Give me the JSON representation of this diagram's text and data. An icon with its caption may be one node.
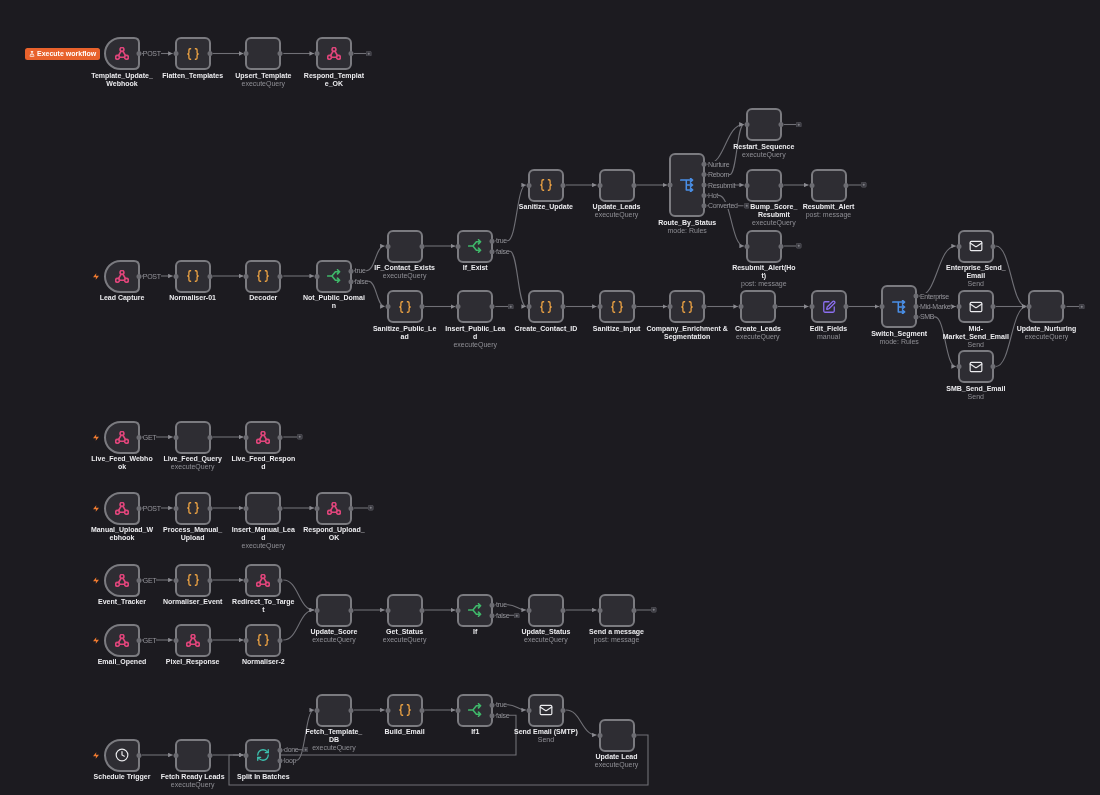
{
  "diagram": {
    "nodes": [
      {
        "text": [
          "Template_Update_Webhook"
        ]
      },
      {
        "text": [
          "Flatten_Templates"
        ]
      },
      {
        "text": [
          "Upsert_Template",
          "executeQuery"
        ]
      },
      {
        "text": [
          "Respond_Template_OK"
        ]
      },
      {
        "text": [],
        "shape": "box"
      },
      {
        "text": [
          "Lead Capture"
        ]
      },
      {
        "text": [
          "Normaliser-01"
        ]
      },
      {
        "text": [
          "Decoder"
        ]
      },
      {
        "text": [
          "Not_Public_Domain"
        ]
      },
      {
        "text": [
          "IF_Contact_Exists",
          "executeQuery"
        ]
      },
      {
        "text": [
          "Sanitize_Public_Lead"
        ]
      },
      {
        "text": [
          "If_Exist"
        ]
      },
      {
        "text": [
          "Insert_Public_Lead",
          "executeQuery"
        ]
      },
      {
        "text": [],
        "shape": "box"
      },
      {
        "text": [
          "Sanitize_Update"
        ]
      },
      {
        "text": [
          "Update_Leads",
          "executeQuery"
        ]
      },
      {
        "text": [
          "Route_By_Status",
          "mode: Rules"
        ]
      },
      {
        "text": [
          "Restart_Sequence",
          "executeQuery"
        ]
      },
      {
        "text": [],
        "shape": "box"
      },
      {
        "text": [
          "Bump_Score_Resubmit",
          "executeQuery"
        ]
      },
      {
        "text": [
          "Resubmit_Alert",
          "post: message"
        ]
      },
      {
        "text": [],
        "shape": "box"
      },
      {
        "text": [
          "Resubmit_Alert(Hot)",
          "post: message"
        ]
      },
      {
        "text": [],
        "shape": "box"
      },
      {
        "text": [
          "Create_Contact_ID"
        ]
      },
      {
        "text": [
          "Sanitize_Input"
        ]
      },
      {
        "text": [
          "Company_Enrichment & Segmentation"
        ]
      },
      {
        "text": [
          "Create_Leads",
          "executeQuery"
        ]
      },
      {
        "text": [
          "Edit_Fields",
          "manual"
        ]
      },
      {
        "text": [
          "Switch_Segment",
          "mode: Rules"
        ]
      },
      {
        "text": [
          "Enterprise_Send_Email",
          "Send"
        ]
      },
      {
        "text": [
          "Mid-Market_Send_Email",
          "Send"
        ]
      },
      {
        "text": [
          "SMB_Send_Email",
          "Send"
        ]
      },
      {
        "text": [
          "Update_Nurturing",
          "executeQuery"
        ]
      },
      {
        "text": [],
        "shape": "box"
      },
      {
        "text": [
          "Live_Feed_Webhook"
        ]
      },
      {
        "text": [
          "Live_Feed_Query",
          "executeQuery"
        ]
      },
      {
        "text": [
          "Live_Feed_Respond"
        ]
      },
      {
        "text": [],
        "shape": "box"
      },
      {
        "text": [
          "Manual_Upload_Webhook"
        ]
      },
      {
        "text": [
          "Process_Manual_Upload"
        ]
      },
      {
        "text": [
          "Insert_Manual_Lead",
          "executeQuery"
        ]
      },
      {
        "text": [
          "Respond_Upload_OK"
        ]
      },
      {
        "text": [],
        "shape": "box"
      },
      {
        "text": [
          "Event_Tracker"
        ]
      },
      {
        "text": [
          "Normaliser_Event"
        ]
      },
      {
        "text": [
          "Redirect_To_Target"
        ]
      },
      {
        "text": [
          "Email_Opened"
        ]
      },
      {
        "text": [
          "Pixel_Response"
        ]
      },
      {
        "text": [
          "Normaliser-2"
        ]
      },
      {
        "text": [
          "Update_Score",
          "executeQuery"
        ]
      },
      {
        "text": [
          "Get_Status",
          "executeQuery"
        ]
      },
      {
        "text": [
          "If"
        ]
      },
      {
        "text": [],
        "shape": "box"
      },
      {
        "text": [
          "Update_Status",
          "executeQuery"
        ]
      },
      {
        "text": [
          "Send a message",
          "post: message"
        ]
      },
      {
        "text": [],
        "shape": "box"
      },
      {
        "text": [
          "Schedule Trigger"
        ]
      },
      {
        "text": [
          "Fetch Ready Leads",
          "executeQuery"
        ]
      },
      {
        "text": [
          "Split In Batches"
        ]
      },
      {
        "text": [],
        "shape": "box"
      },
      {
        "text": [
          "Fetch_Template_DB",
          "executeQuery"
        ]
      },
      {
        "text": [
          "Build_Email"
        ]
      },
      {
        "text": [
          "If1"
        ]
      },
      {
        "text": [
          "Send Email (SMTP)",
          "Send"
        ]
      },
      {
        "text": [
          "Update Lead",
          "executeQuery"
        ]
      },
      {
        "text": [],
        "shape": "box"
      }
    ],
    "edges": [
      {
        "from": 0,
        "to": 1,
        "arrow": "to",
        "label": "POST"
      },
      {
        "from": 1,
        "to": 2,
        "arrow": "to"
      },
      {
        "from": 2,
        "to": 3,
        "arrow": "to"
      },
      {
        "from": 3,
        "to": 4,
        "arrow": "none"
      },
      {
        "from": 5,
        "to": 6,
        "arrow": "to",
        "label": "POST"
      },
      {
        "from": 6,
        "to": 7,
        "arrow": "to"
      },
      {
        "from": 7,
        "to": 8,
        "arrow": "to"
      },
      {
        "from": 8,
        "to": 9,
        "arrow": "to",
        "label": "true"
      },
      {
        "from": 8,
        "to": 10,
        "arrow": "to",
        "label": "false"
      },
      {
        "from": 9,
        "to": 11,
        "arrow": "to"
      },
      {
        "from": 10,
        "to": 12,
        "arrow": "to"
      },
      {
        "from": 12,
        "to": 13,
        "arrow": "none"
      },
      {
        "from": 11,
        "to": 14,
        "arrow": "to",
        "label": "true"
      },
      {
        "from": 11,
        "to": 24,
        "arrow": "to",
        "label": "false"
      },
      {
        "from": 14,
        "to": 15,
        "arrow": "to"
      },
      {
        "from": 15,
        "to": 16,
        "arrow": "to"
      },
      {
        "from": 16,
        "to": 17,
        "arrow": "to",
        "label": "Nurture"
      },
      {
        "from": 16,
        "to": 17,
        "arrow": "to",
        "label": "Reborn"
      },
      {
        "from": 16,
        "to": 19,
        "arrow": "to",
        "label": "Resubmit"
      },
      {
        "from": 16,
        "to": 22,
        "arrow": "to",
        "label": "Hot"
      },
      {
        "from": 16,
        "to": 66,
        "arrow": "none",
        "label": "Converted"
      },
      {
        "from": 17,
        "to": 18,
        "arrow": "none"
      },
      {
        "from": 19,
        "to": 20,
        "arrow": "to"
      },
      {
        "from": 20,
        "to": 21,
        "arrow": "none"
      },
      {
        "from": 22,
        "to": 23,
        "arrow": "none"
      },
      {
        "from": 24,
        "to": 25,
        "arrow": "to"
      },
      {
        "from": 25,
        "to": 26,
        "arrow": "to"
      },
      {
        "from": 26,
        "to": 27,
        "arrow": "to"
      },
      {
        "from": 27,
        "to": 28,
        "arrow": "to"
      },
      {
        "from": 28,
        "to": 29,
        "arrow": "to"
      },
      {
        "from": 29,
        "to": 30,
        "arrow": "to",
        "label": "Enterprise"
      },
      {
        "from": 29,
        "to": 31,
        "arrow": "to",
        "label": "Mid-Market"
      },
      {
        "from": 29,
        "to": 32,
        "arrow": "to",
        "label": "SMB"
      },
      {
        "from": 30,
        "to": 33,
        "arrow": "to"
      },
      {
        "from": 31,
        "to": 33,
        "arrow": "to"
      },
      {
        "from": 32,
        "to": 33,
        "arrow": "to"
      },
      {
        "from": 33,
        "to": 34,
        "arrow": "none"
      },
      {
        "from": 35,
        "to": 36,
        "arrow": "to",
        "label": "GET"
      },
      {
        "from": 36,
        "to": 37,
        "arrow": "to"
      },
      {
        "from": 37,
        "to": 38,
        "arrow": "none"
      },
      {
        "from": 39,
        "to": 40,
        "arrow": "to",
        "label": "POST"
      },
      {
        "from": 40,
        "to": 41,
        "arrow": "to"
      },
      {
        "from": 41,
        "to": 42,
        "arrow": "to"
      },
      {
        "from": 42,
        "to": 43,
        "arrow": "none"
      },
      {
        "from": 44,
        "to": 45,
        "arrow": "to",
        "label": "GET"
      },
      {
        "from": 45,
        "to": 46,
        "arrow": "to"
      },
      {
        "from": 46,
        "to": 50,
        "arrow": "to"
      },
      {
        "from": 47,
        "to": 48,
        "arrow": "to",
        "label": "GET"
      },
      {
        "from": 48,
        "to": 49,
        "arrow": "to"
      },
      {
        "from": 49,
        "to": 50,
        "arrow": "to"
      },
      {
        "from": 50,
        "to": 51,
        "arrow": "to"
      },
      {
        "from": 51,
        "to": 52,
        "arrow": "to"
      },
      {
        "from": 52,
        "to": 54,
        "arrow": "to",
        "label": "true"
      },
      {
        "from": 52,
        "to": 53,
        "arrow": "none",
        "label": "false"
      },
      {
        "from": 54,
        "to": 55,
        "arrow": "to"
      },
      {
        "from": 55,
        "to": 56,
        "arrow": "none"
      },
      {
        "from": 57,
        "to": 58,
        "arrow": "to"
      },
      {
        "from": 58,
        "to": 59,
        "arrow": "to"
      },
      {
        "from": 59,
        "to": 60,
        "arrow": "none",
        "label": "done"
      },
      {
        "from": 59,
        "to": 61,
        "arrow": "to",
        "label": "loop"
      },
      {
        "from": 61,
        "to": 62,
        "arrow": "to"
      },
      {
        "from": 62,
        "to": 63,
        "arrow": "to"
      },
      {
        "from": 63,
        "to": 64,
        "arrow": "to",
        "label": "true"
      },
      {
        "from": 63,
        "to": 59,
        "arrow": "to",
        "label": "false"
      },
      {
        "from": 64,
        "to": 65,
        "arrow": "to"
      },
      {
        "from": 65,
        "to": 59,
        "arrow": "to"
      }
    ],
    "labels": [
      "Execute workflow"
    ]
  }
}
